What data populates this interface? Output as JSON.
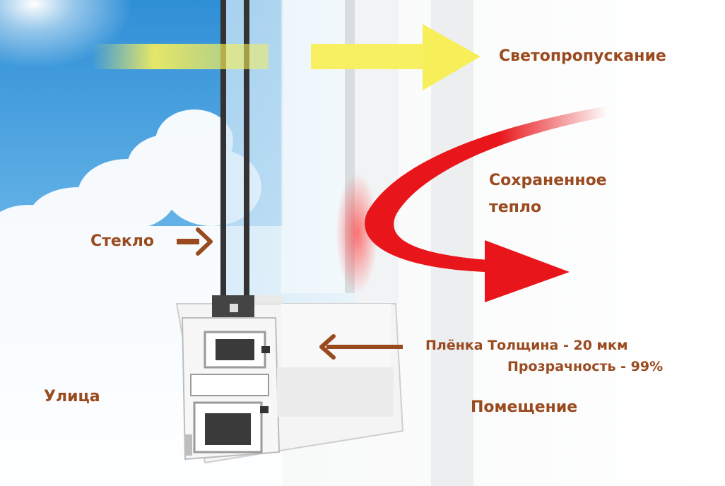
{
  "labels": {
    "light_transmission": "Светопропускание",
    "heat_line1": "Сохраненное",
    "heat_line2": "тепло",
    "glass": "Стекло",
    "film": "Плёнка Толщина - 20 мкм",
    "transparency": "Прозрачность - 99%",
    "street": "Улица",
    "room": "Помещение"
  },
  "colors": {
    "sky": "#4aa3e0",
    "label": "#9a4a1f",
    "light_arrow": "#f7ef5a",
    "heat_arrow": "#e8161b",
    "pointer_arrow": "#9a4a1f",
    "frame": "#eeeeee"
  },
  "icons": {
    "light": "yellow-arrow-right",
    "heat": "red-curved-arrow",
    "pointer": "brown-arrow"
  }
}
